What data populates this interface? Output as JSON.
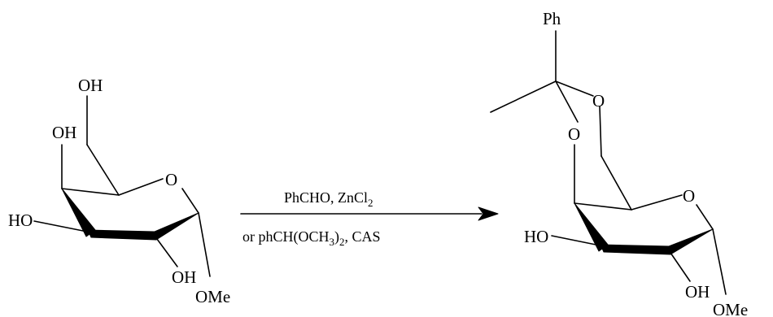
{
  "reactant": {
    "labels": {
      "oh6": "OH",
      "oh4": "OH",
      "ring_o": "O",
      "ho3": "HO",
      "oh2": "OH",
      "ome": "OMe"
    }
  },
  "arrow": {
    "conditions_top": "PhCHO, ZnCl",
    "conditions_top_sub": "2",
    "conditions_bottom_pre": "or phCH(OCH",
    "conditions_bottom_sub": "3",
    "conditions_bottom_mid": ")",
    "conditions_bottom_sub2": "2",
    "conditions_bottom_post": ", CAS"
  },
  "product": {
    "labels": {
      "ph": "Ph",
      "acetal_o1": "O",
      "acetal_o2": "O",
      "ring_o": "O",
      "ho3": "HO",
      "oh2": "OH",
      "ome": "OMe"
    }
  }
}
